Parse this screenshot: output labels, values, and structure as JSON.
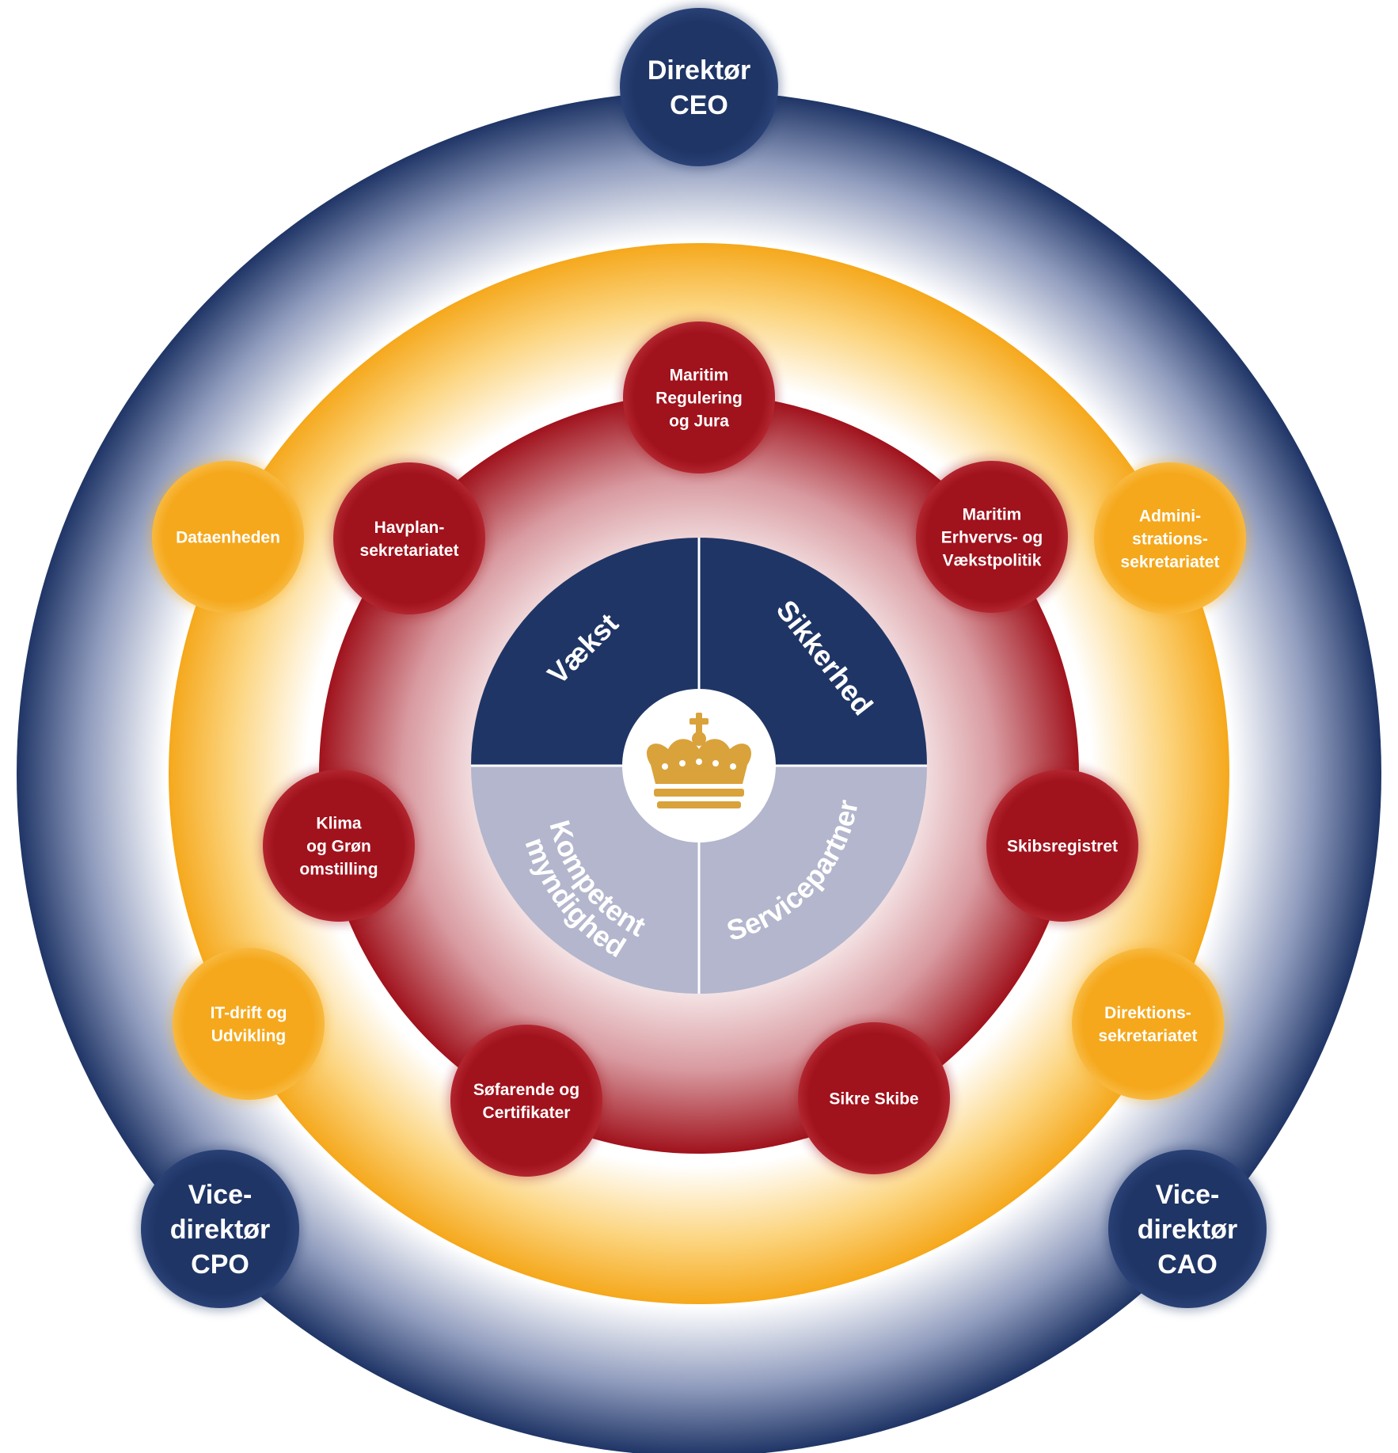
{
  "title": "",
  "colors": {
    "navy": "#1f3566",
    "navy_dark": "#1b2e5e",
    "gold": "#f5a81c",
    "gold_light": "#fbc043",
    "red": "#a0121c",
    "red_dark": "#8e0f18",
    "lavender": "#b3b6cc",
    "lavender_text": "#ffffff",
    "white": "#ffffff",
    "crown": "#d9a23b"
  },
  "executives": {
    "ceo": {
      "lines": [
        "Direktør",
        "CEO"
      ]
    },
    "cpo": {
      "lines": [
        "Vice-",
        "direktør",
        "CPO"
      ]
    },
    "cao": {
      "lines": [
        "Vice-",
        "direktør",
        "CAO"
      ]
    }
  },
  "secretariats": [
    {
      "id": "dataenheden",
      "lines": [
        "Dataenheden"
      ]
    },
    {
      "id": "administrationssekretariatet",
      "lines": [
        "Admini-",
        "strations-",
        "sekretariatet"
      ]
    },
    {
      "id": "it-drift",
      "lines": [
        "IT-drift og",
        "Udvikling"
      ]
    },
    {
      "id": "direktionssekretariatet",
      "lines": [
        "Direktions-",
        "sekretariatet"
      ]
    }
  ],
  "units": [
    {
      "id": "maritim-regulering",
      "lines": [
        "Maritim",
        "Regulering",
        "og Jura"
      ]
    },
    {
      "id": "maritim-erhvervs",
      "lines": [
        "Maritim",
        "Erhvervs- og",
        "Vækstpolitik"
      ]
    },
    {
      "id": "havplan",
      "lines": [
        "Havplan-",
        "sekretariatet"
      ]
    },
    {
      "id": "klima",
      "lines": [
        "Klima",
        "og Grøn",
        "omstilling"
      ]
    },
    {
      "id": "skibsregistret",
      "lines": [
        "Skibsregistret"
      ]
    },
    {
      "id": "sofarende",
      "lines": [
        "Søfarende og",
        "Certifikater"
      ]
    },
    {
      "id": "sikre-skibe",
      "lines": [
        "Sikre Skibe"
      ]
    }
  ],
  "core": {
    "top_left": "Vækst",
    "top_right": "Sikkerhed",
    "bottom_left_lines": [
      "Kompetent",
      "myndighed"
    ],
    "bottom_right": "Servicepartner"
  },
  "center_icon": "royal-crown-icon"
}
